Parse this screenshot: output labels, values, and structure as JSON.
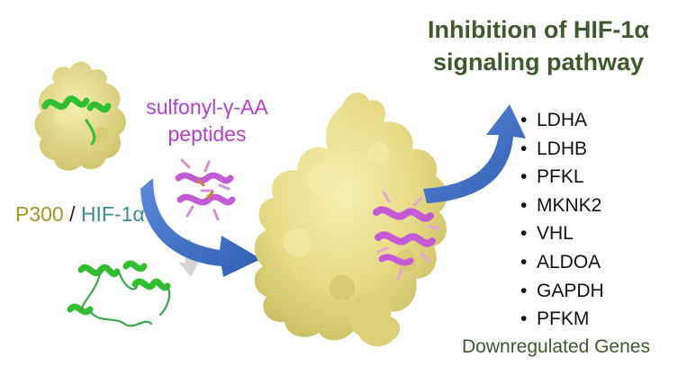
{
  "title": {
    "line1": "Inhibition of HIF-1α",
    "line2": "signaling pathway"
  },
  "peptide_label": {
    "line1": "sulfonyl-γ-AA",
    "line2": "peptides"
  },
  "complex_label": {
    "p300": "P300",
    "separator": " / ",
    "hif": "HIF-1α"
  },
  "genes": [
    "LDHA",
    "LDHB",
    "PFKL",
    "MKNK2",
    "VHL",
    "ALDOA",
    "GAPDH",
    "PFKM"
  ],
  "bullet": "•",
  "footer": "Downregulated Genes",
  "colors": {
    "title": "#3e5a2c",
    "peptide": "#b43fd1",
    "p300": "#9a9a2c",
    "hif": "#3c8c8c",
    "protein_surface": "#e8df8e",
    "helix_green": "#2fbf2f",
    "arrow_blue": "#3e6fc6",
    "arrow_gray": "#d3d3d3"
  }
}
